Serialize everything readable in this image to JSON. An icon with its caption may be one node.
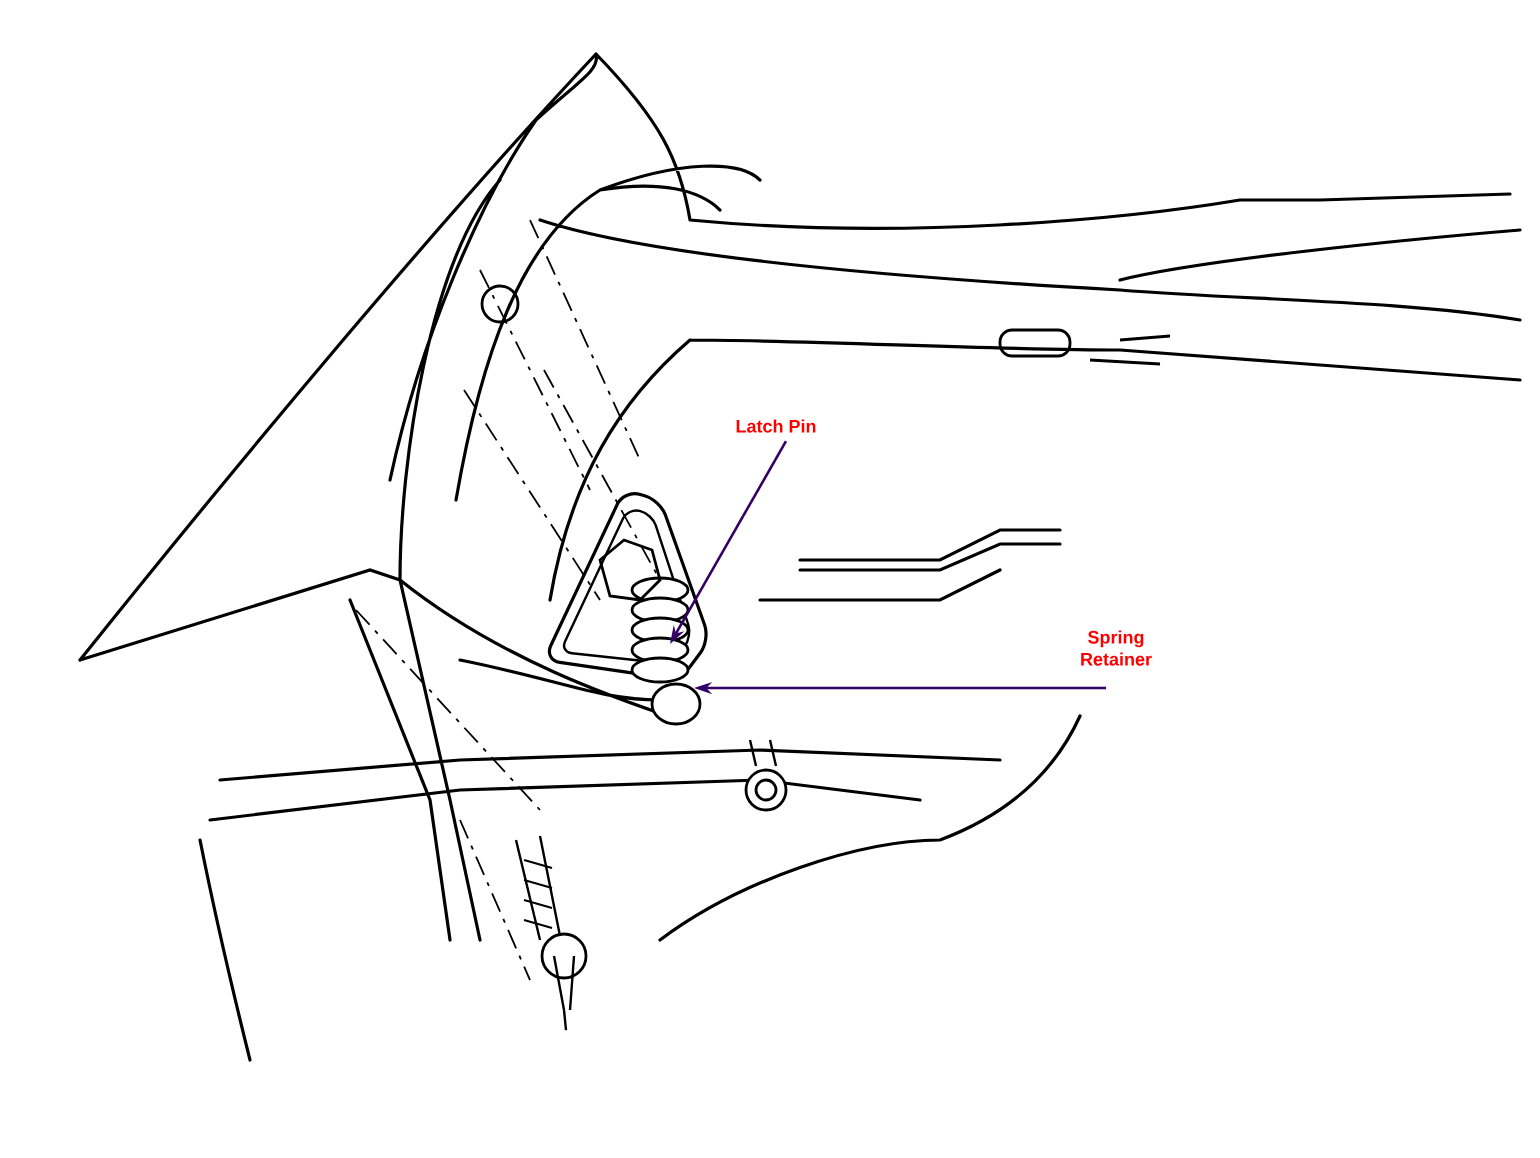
{
  "diagram": {
    "nodes": [
      {
        "text": [
          "Latch Pin"
        ]
      },
      {
        "text": [
          "Spring Retainer"
        ]
      }
    ],
    "edges": [
      {
        "from": 0,
        "to": null,
        "arrow": "to"
      },
      {
        "from": 1,
        "to": null,
        "arrow": "to"
      }
    ]
  }
}
